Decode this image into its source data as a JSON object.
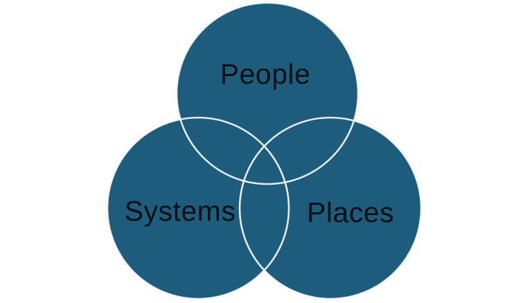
{
  "diagram": {
    "type": "venn",
    "sets": [
      {
        "label": "People",
        "position": "top"
      },
      {
        "label": "Systems",
        "position": "bottom-left"
      },
      {
        "label": "Places",
        "position": "bottom-right"
      }
    ],
    "labels": {
      "people": "People",
      "systems": "Systems",
      "places": "Places"
    },
    "colors": {
      "circle_fill": "#1E5C7D",
      "circle_stroke": "#FFFFFF",
      "label_text": "#0D1012",
      "background": "#FFFFFF"
    }
  }
}
